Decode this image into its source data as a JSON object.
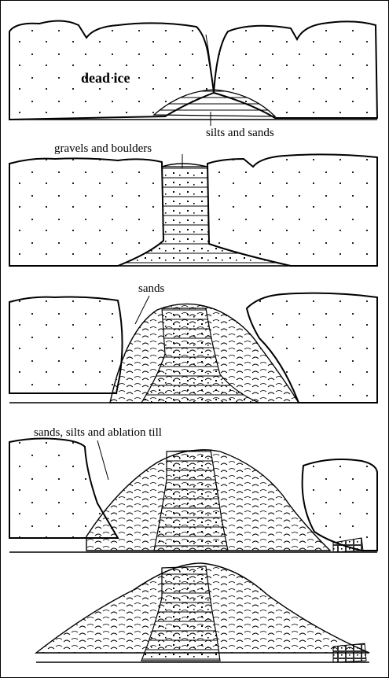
{
  "labels": {
    "dead_ice": "dead ice",
    "silts_sands": "silts and sands",
    "gravels_boulders": "gravels and boulders",
    "sands": "sands",
    "sands_silts_till": "sands, silts and ablation till"
  },
  "stages": [
    {
      "id": "stage-1"
    },
    {
      "id": "stage-2"
    },
    {
      "id": "stage-3"
    },
    {
      "id": "stage-4"
    },
    {
      "id": "stage-5"
    }
  ]
}
